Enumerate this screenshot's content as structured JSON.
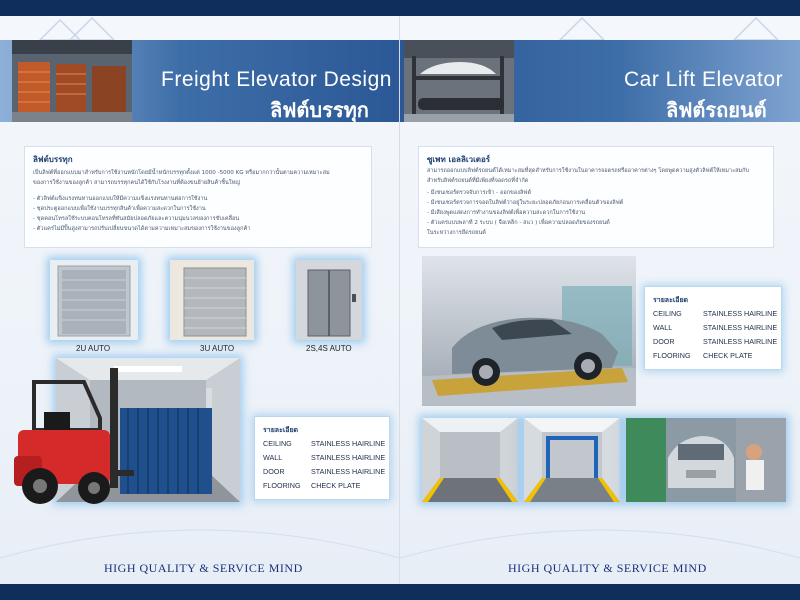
{
  "left_page": {
    "title_en": "Freight Elevator Design",
    "title_th": "ลิฟต์บรรทุก",
    "text_heading": "ลิฟต์บรรทุก",
    "text_lines": [
      "เป็นลิฟต์ที่ออกแบบมาสำหรับการใช้งานหนักโดยมีน้ำหนักบรรทุกตั้งแต่ 1000 -5000 KG หรือมากกว่านั้นตามความเหมาะสม",
      "ของการใช้งานของลูกค้า  สามารถบรรทุกคนได้ใช้กับโรงงานที่ต้องขนย้ายสินค้าชิ้นใหญ่",
      "- ตัวลิฟต์แข็งแรงทนทานออกแบบให้มีความแข็งแรงทนทานต่อการใช้งาน",
      "- ชุดประตูออกแบบเพื่อใช้งานบรรทุกสินค้าเพื่อความสะดวกในการใช้งาน",
      "- ชุดคอนโทรลใช้ระบบคอนโทรลที่ทันสมัยปลอดภัยและความนุ่มนวลของการขับเคลื่อน",
      "- ตัวแคร่ไม่มีปิ้นสูงสามารถปรับเปลี่ยนขนาดได้ตามความเหมาะสมของการใช้งานของลูกค้า"
    ],
    "doors": [
      {
        "label": "2U AUTO"
      },
      {
        "label": "3U AUTO"
      },
      {
        "label": "2S,4S AUTO"
      }
    ],
    "spec_title": "รายละเอียด",
    "specs": [
      {
        "key": "CEILING",
        "value": "STAINLESS HAIRLINE"
      },
      {
        "key": "WALL",
        "value": "STAINLESS HAIRLINE"
      },
      {
        "key": "DOOR",
        "value": "STAINLESS HAIRLINE"
      },
      {
        "key": "FLOORING",
        "value": "CHECK PLATE"
      }
    ],
    "footer": "HIGH QUALITY & SERVICE MIND"
  },
  "right_page": {
    "title_en": "Car Lift Elevator",
    "title_th": "ลิฟต์รถยนต์",
    "text_heading": "ซูเพท เอลลิเวเตอร์",
    "text_lines": [
      "สามารถออกแบบลิฟต์รถยนต์ได้เหมาะสมที่สุดสำหรับการใช้งานในอาคารจอดรถหรืออาคารต่างๆ โดยพูดความสูงตัวลิฟต์ให้เหมาะสมกับ",
      "สำหรับลิฟต์รถยนต์ที่มีเพียงที่จอดรถที่จำกัด",
      "- มีเซนเซอร์ตรวจจับการเข้า - ออกของลิฟต์",
      "- มีเซนเซอร์ตรวจการจอดในลิฟต์ว่าอยู่ในระยะปลอดภัยก่อนการเคลื่อนตัวของลิฟต์",
      "- มีเสียงพูดแสดงการทำงานของลิฟต์เพื่อความสะดวกในการใช้งาน",
      "- ตัวแคร่แบบพลาที 2 ระบบ ( จือเหล็ก - สแว ) เพื่อความปลอดภัยของรถยนต์",
      "  ในระหว่างการยึดรถยนต์"
    ],
    "spec_title": "รายละเอียด",
    "specs": [
      {
        "key": "CEILING",
        "value": "STAINLESS HAIRLINE"
      },
      {
        "key": "WALL",
        "value": "STAINLESS HAIRLINE"
      },
      {
        "key": "DOOR",
        "value": "STAINLESS HAIRLINE"
      },
      {
        "key": "FLOORING",
        "value": "CHECK PLATE"
      }
    ],
    "footer": "HIGH QUALITY & SERVICE MIND"
  },
  "colors": {
    "frame": "#102e5c",
    "banner_blue": "#2b5896",
    "glow": "#6ab4eb",
    "forklift_red": "#d42a2a",
    "container_blue": "#1f4f8c",
    "footer_text": "#1b2f7a"
  }
}
